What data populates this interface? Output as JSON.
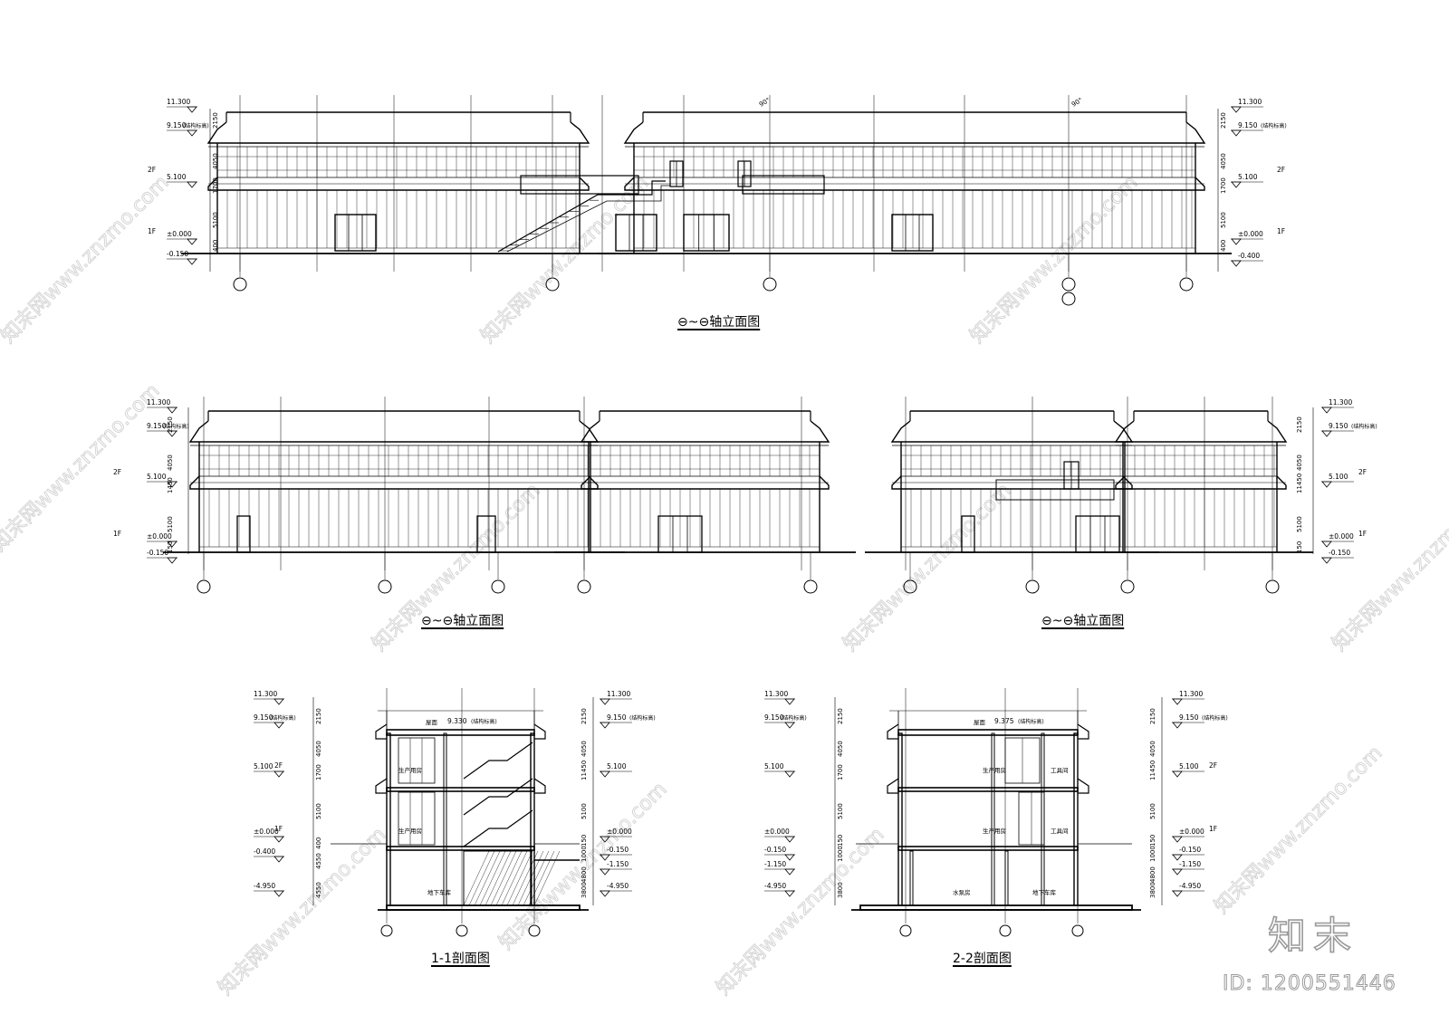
{
  "drawing_titles": {
    "elev_top": "⊖~⊖轴立面图",
    "elev_mid_left": "⊖~⊖轴立面图",
    "elev_mid_right": "⊖~⊖轴立面图",
    "section_1": "1-1剖面图",
    "section_2": "2-2剖面图"
  },
  "levels": {
    "roof": "11.300",
    "eave": "9.150",
    "eave_note": "(结构标高)",
    "floor2": "5.100",
    "floor1": "±0.000",
    "grade_a": "-0.150",
    "grade_b": "-0.400",
    "sub_a": "-1.150",
    "sub_b": "-4.950",
    "sec_roof_1": "9.330",
    "sec_roof_2": "9.375",
    "sec_roof_note": "(结构标高)"
  },
  "storeys": {
    "f1": "1F",
    "f2": "2F"
  },
  "dims": {
    "d2150": "2150",
    "d4050": "4050",
    "d1700": "1700",
    "d5100": "5100",
    "d400": "400",
    "d150": "150",
    "d1450": "1450",
    "d1000": "1000",
    "d3800": "3800",
    "d4800": "4800",
    "d4550": "4550",
    "d11450": "11450"
  },
  "angles": {
    "a1": "90°",
    "a2": "90°"
  },
  "rooms": {
    "roof_label": "屋面",
    "production": "生产用房",
    "tools": "工具间",
    "basement_store": "地下车库",
    "water_pump": "水泵房"
  },
  "watermark": {
    "brand": "知末",
    "doc_id": "ID: 1200551446",
    "site": "知末网www.znzmo.com"
  }
}
